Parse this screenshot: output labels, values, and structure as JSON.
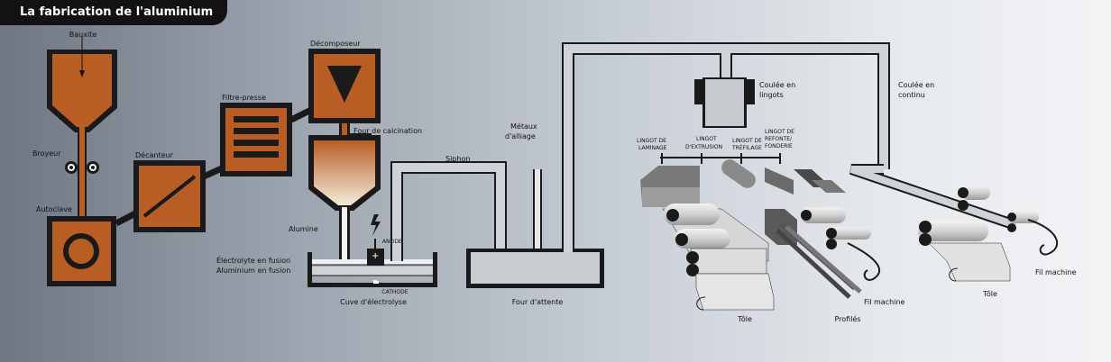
{
  "title": "La fabrication de l'aluminium",
  "labels": {
    "bauxite": "Bauxite",
    "broyeur": "Broyeur",
    "autoclave": "Autoclave",
    "decanteur": "Décanteur",
    "filtre_presse": "Filtre-presse",
    "decomposeur": "Décomposeur",
    "four_calcination": "Four de calcination",
    "alumine": "Alumine",
    "electrolyte": "Électrolyte en fusion",
    "aluminium_fusion": "Aluminium en fusion",
    "anode": "ANODE",
    "cathode": "CATHODE",
    "cuve": "Cuve d'électrolyse",
    "siphon": "Siphon",
    "metaux_1": "Métaux",
    "metaux_2": "d'alliage",
    "four_attente": "Four d'attente",
    "coulee_lingots_1": "Coulée en",
    "coulee_lingots_2": "lingots",
    "coulee_continu_1": "Coulée en",
    "coulee_continu_2": "continu",
    "lingot_laminage_1": "LINGOT DE",
    "lingot_laminage_2": "LAMINAGE",
    "lingot_extrusion_1": "LINGOT",
    "lingot_extrusion_2": "D'EXTRUSION",
    "lingot_trefilage_1": "LINGOT DE",
    "lingot_trefilage_2": "TRÉFILAGE",
    "lingot_refonte_1": "LINGOT DE",
    "lingot_refonte_2": "REFONTE/",
    "lingot_refonte_3": "FONDERIE",
    "tole_1": "Tôle",
    "profiles": "Profilés",
    "fil_machine_1": "Fil machine",
    "tole_2": "Tôle",
    "fil_machine_2": "Fil machine",
    "plus": "+",
    "minus": "−"
  },
  "colors": {
    "copper": "#b85e25",
    "dark": "#1a1a1a",
    "pipe": "#cfd2d6",
    "title_bg": "#121212"
  }
}
